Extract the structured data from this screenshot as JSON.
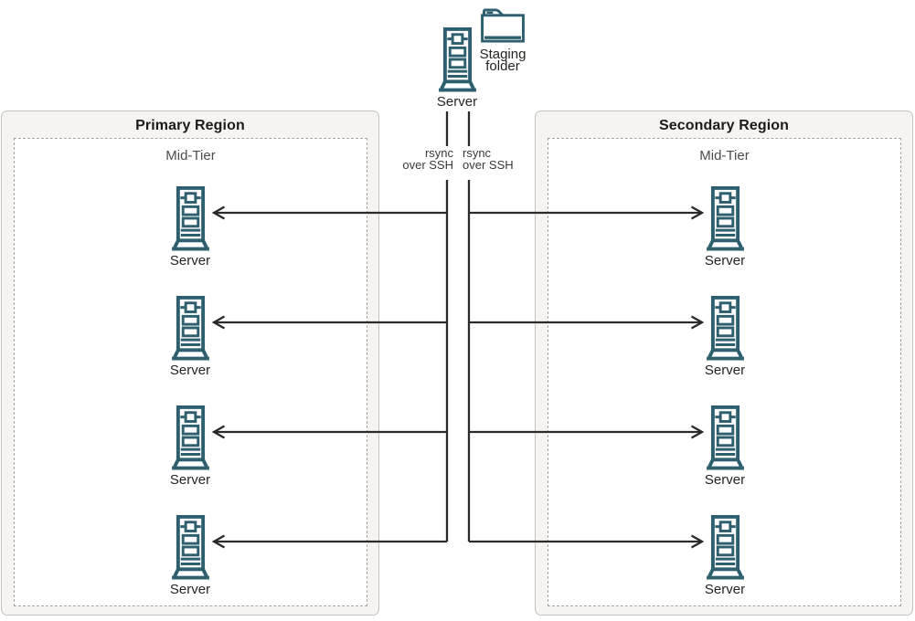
{
  "colors": {
    "icon": "#2d5f6f",
    "line": "#2b2a28",
    "region_bg": "#f5f4f2",
    "region_border": "#c6c2bc",
    "dashed_border": "#a6a4a1",
    "title_text": "#1c1b19",
    "tier_text": "#4d4b48",
    "label_text": "#262421",
    "sync_text": "#3b3936"
  },
  "staging": {
    "server_label": "Server",
    "folder_label": [
      "Staging",
      "folder"
    ]
  },
  "links": {
    "left": [
      "rsync",
      "over SSH"
    ],
    "right": [
      "rsync",
      "over SSH"
    ]
  },
  "regions": [
    {
      "title": "Primary Region",
      "tier": "Mid-Tier",
      "servers": [
        "Server",
        "Server",
        "Server",
        "Server"
      ]
    },
    {
      "title": "Secondary Region",
      "tier": "Mid-Tier",
      "servers": [
        "Server",
        "Server",
        "Server",
        "Server"
      ]
    }
  ]
}
